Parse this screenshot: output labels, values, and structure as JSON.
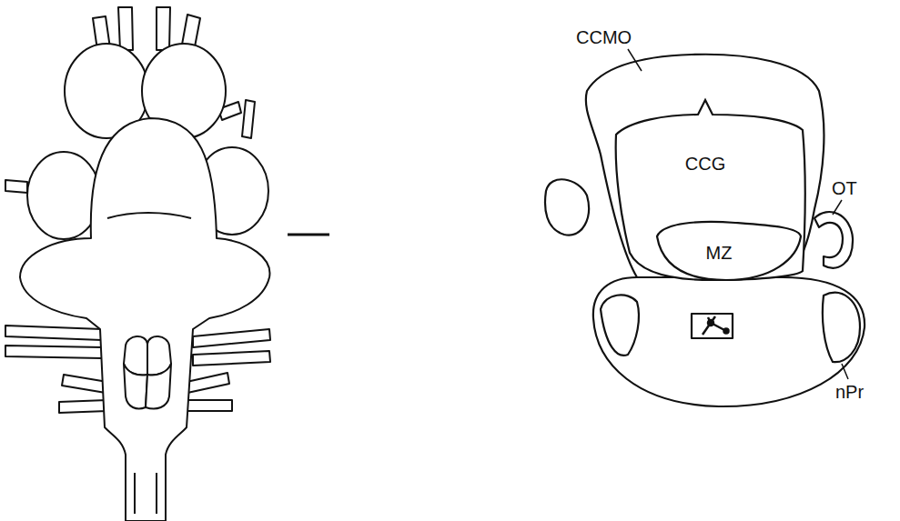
{
  "diagram": {
    "nodes": [
      {
        "text": [
          "CCG"
        ]
      },
      {
        "text": [
          "MZ"
        ],
        "in": 0
      }
    ],
    "labels": [
      "CCMO",
      "OT",
      "nPr"
    ]
  }
}
